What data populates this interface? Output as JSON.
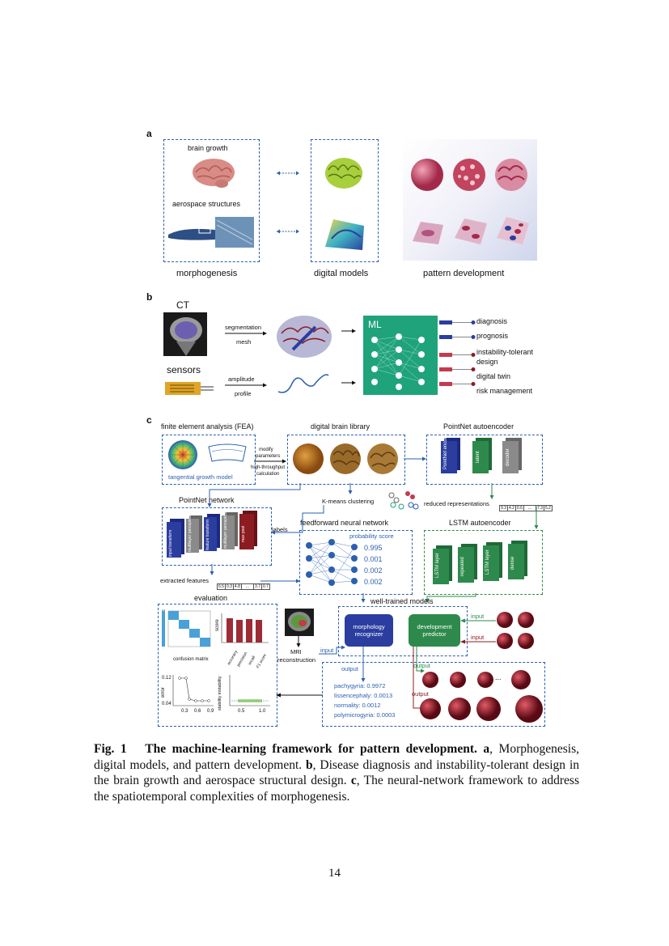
{
  "panel_a": {
    "letter": "a",
    "brain_growth": "brain growth",
    "aerospace_structures": "aerospace structures",
    "morphogenesis": "morphogenesis",
    "digital_models": "digital models",
    "pattern_development": "pattern development"
  },
  "panel_b": {
    "letter": "b",
    "ct": "CT",
    "sensors": "sensors",
    "segmentation": "segmentation",
    "mesh": "mesh",
    "amplitude": "amplitude",
    "profile": "profile",
    "ml": "ML",
    "outputs": [
      "diagnosis",
      "prognosis",
      "instability-tolerant",
      "design",
      "digital twin",
      "risk management"
    ]
  },
  "panel_c": {
    "letter": "c",
    "fea": "finite element analysis (FEA)",
    "tangential_growth_model": "tangential growth model",
    "modify": "modify",
    "parameters": "parameters",
    "high_throughput": "high-throughput",
    "calculation": "calculation",
    "digital_brain_library": "digital brain library",
    "pointnet_autoencoder": "PointNet autoencoder",
    "pointnet_encoder": "PointNet encoder",
    "latent": "latent",
    "decoder": "decoder",
    "kmeans": "K-means clustering",
    "reduced_representations": "reduced representations",
    "reduced_tokens": [
      "9.3",
      "4.2",
      "0.6",
      "...",
      "7.3",
      "5.2"
    ],
    "pointnet_network": "PointNet network",
    "pn_blocks": [
      "input transform",
      "multilayer perceptron",
      "feature transform",
      "multilayer perceptron",
      "max pool"
    ],
    "labels": "labels",
    "feedforward": "feedforward neural network",
    "probability_score": "probability score",
    "probs": [
      "0.995",
      "0.001",
      "0.002",
      "0.002"
    ],
    "lstm_autoencoder": "LSTM autoencoder",
    "lstm_blocks": [
      "LSTM layer",
      "repeated",
      "LSTM layer",
      "dense"
    ],
    "extracted_features": "extracted features",
    "extracted_tokens": [
      "6.5",
      "0.3",
      "4.8",
      "...",
      "3.7",
      "0.7"
    ],
    "evaluation": "evaluation",
    "well_trained_models": "well-trained models",
    "confusion_matrix": "confusion matrix",
    "score": "score",
    "metrics": [
      "accuracy",
      "precision",
      "recall",
      "F1 score"
    ],
    "mri": "MRI",
    "reconstruction": "reconstruction",
    "input": "input",
    "output": "output",
    "morphology_recognizer": [
      "morphology",
      "recognizer"
    ],
    "development_predictor": [
      "development",
      "predictor"
    ],
    "results": [
      "pachygyria: 0.9972",
      "lissencephaly: 0.0013",
      "normality: 0.0012",
      "polymicrogyria: 0.0003"
    ],
    "error": "error",
    "stability_instability": "stability  instability",
    "err_ticks_y": [
      "0.12",
      "0.04"
    ],
    "err_ticks_x": [
      "0.3",
      "0.6",
      "0.9"
    ],
    "stab_ticks_x": [
      "0.5",
      "1.0"
    ],
    "ellipsis": "..."
  },
  "caption": {
    "label": "Fig. 1",
    "title": "The machine-learning framework for pattern development.",
    "a_letter": "a",
    "a_text": ", Morphogenesis, digital models, and pattern development.",
    "b_letter": "b",
    "b_text": ", Disease diagnosis and instability-tolerant design in the brain growth and aerospace structural design.",
    "c_letter": "c",
    "c_text": ", The neural-network framework to address the spatiotemporal complexities of morphogenesis."
  },
  "page_number": "14",
  "colors": {
    "blue": "#2b5fb0",
    "green": "#2e8a4c",
    "crimson": "#8c1c22",
    "teal": "#1fa37a"
  }
}
